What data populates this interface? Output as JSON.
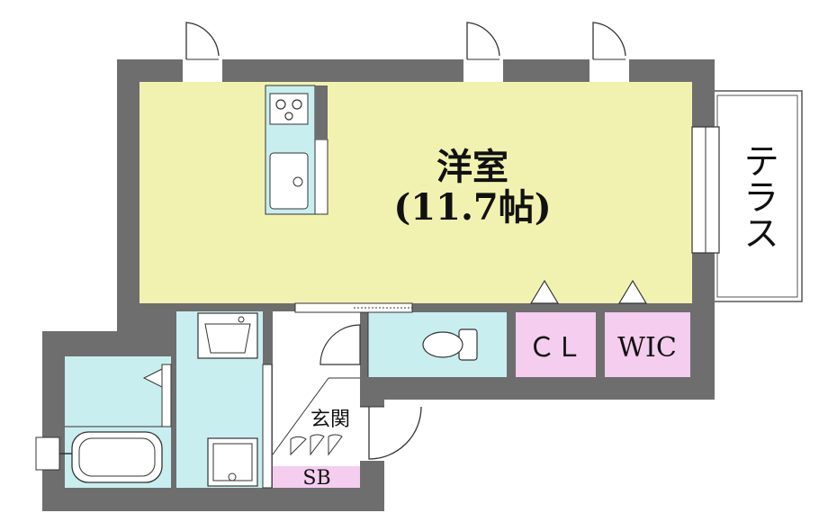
{
  "labels": {
    "western_room": "洋室",
    "western_room_size": "(11.7帖)",
    "terrace": "テラス",
    "closet": "ＣＬ",
    "walk_in_closet": "WIC",
    "entrance": "玄関",
    "shoe_box": "SB"
  },
  "colors": {
    "wall": "#6e6e6e",
    "western_room_floor": "#f2f2b0",
    "wet_area_floor": "#c9eef0",
    "storage_floor": "#f4cdef",
    "terrace_floor": "#ffffff",
    "line": "#333333"
  }
}
